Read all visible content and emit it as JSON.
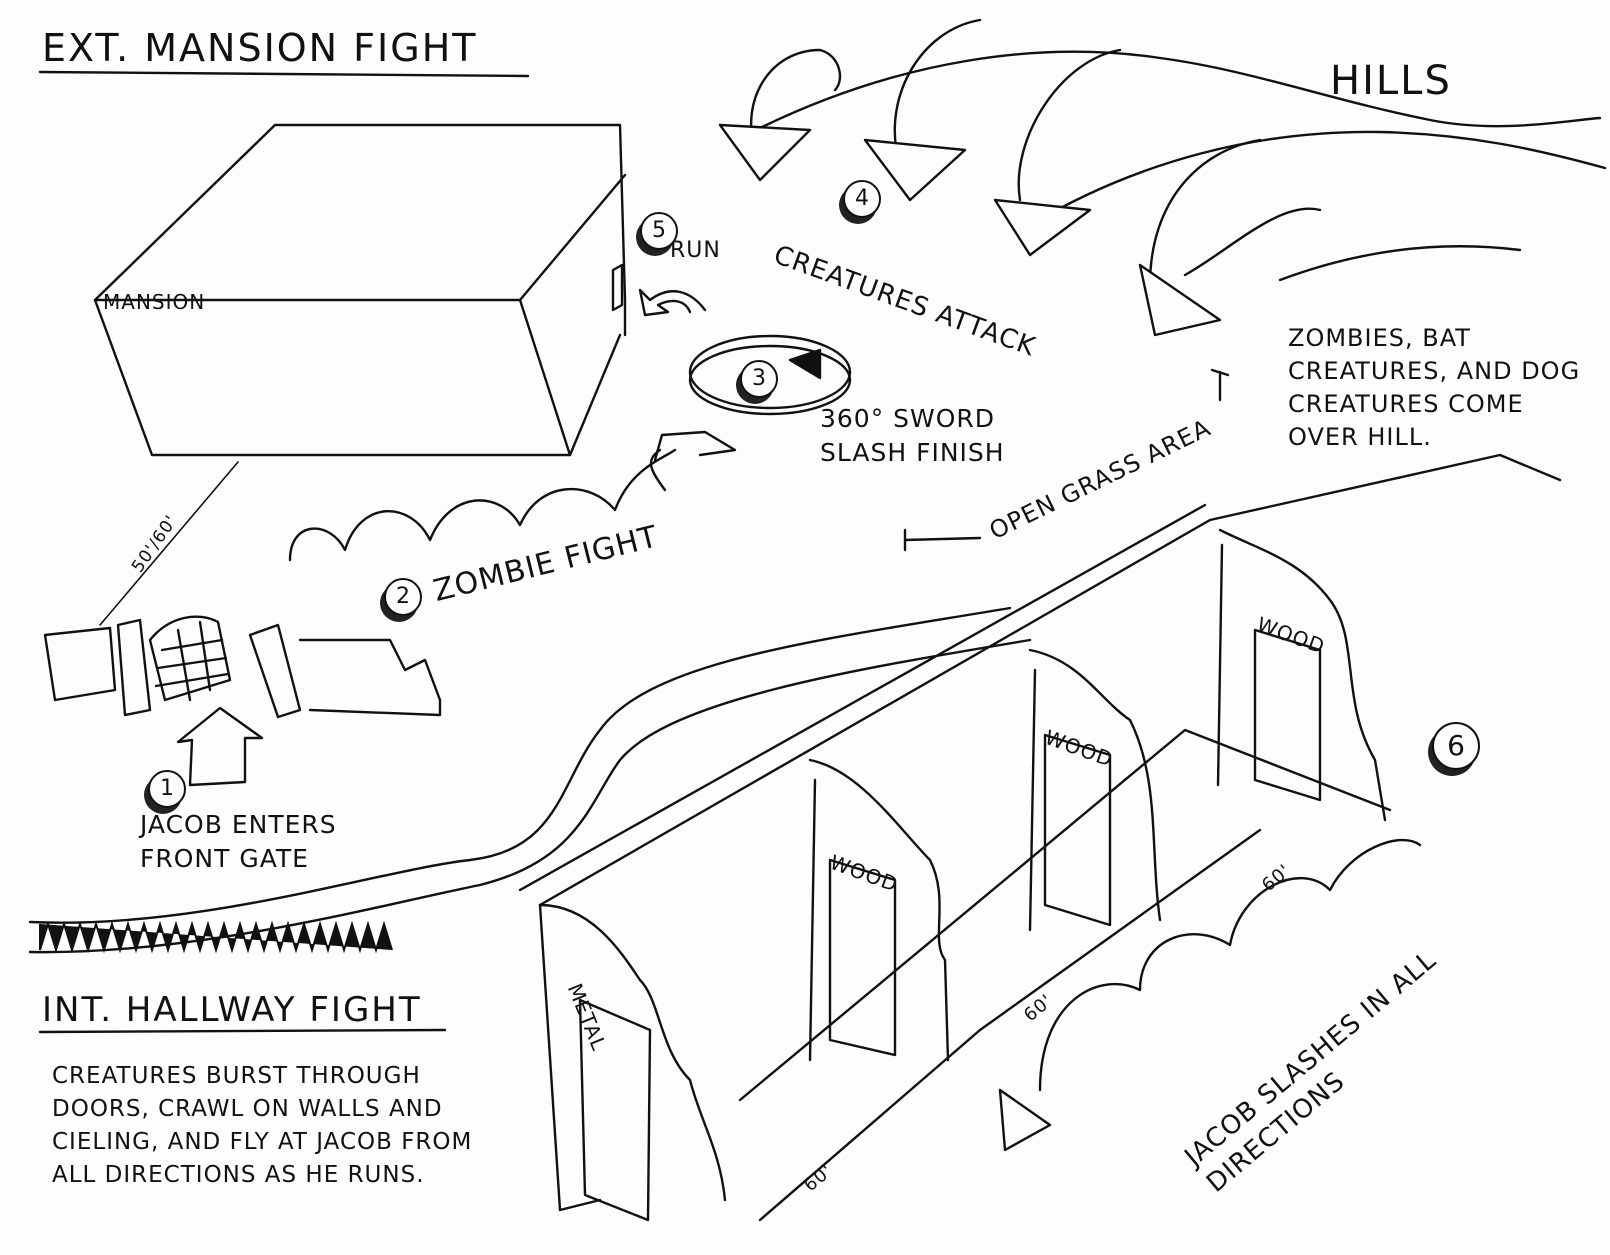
{
  "ext_section": {
    "title": "EXT. MANSION FIGHT",
    "labels": {
      "hills": "HILLS",
      "mansion": "MANSION",
      "run": "RUN",
      "creatures_attack": "CREATURES ATTACK",
      "sword_finish": "360° SWORD SLASH FINISH",
      "open_grass": "OPEN GRASS AREA",
      "zombie_fight": "ZOMBIE FIGHT",
      "gate_enter": "JACOB ENTERS FRONT GATE",
      "distance": "50'/60'",
      "hill_note": "ZOMBIES, BAT CREATURES, AND DOG CREATURES COME OVER HILL."
    },
    "beats": [
      "1",
      "2",
      "3",
      "4",
      "5",
      "6"
    ]
  },
  "int_section": {
    "title": "INT. HALLWAY FIGHT",
    "note": "CREATURES BURST THROUGH DOORS, CRAWL ON WALLS AND CIELING, AND FLY AT JACOB FROM ALL DIRECTIONS AS HE RUNS.",
    "doors": [
      "METAL",
      "WOOD",
      "WOOD",
      "WOOD"
    ],
    "room_length": "60'",
    "slash_note": "JACOB SLASHES IN ALL DIRECTIONS"
  },
  "colors": {
    "ink": "#111111",
    "paper": "#fdfdfb"
  }
}
